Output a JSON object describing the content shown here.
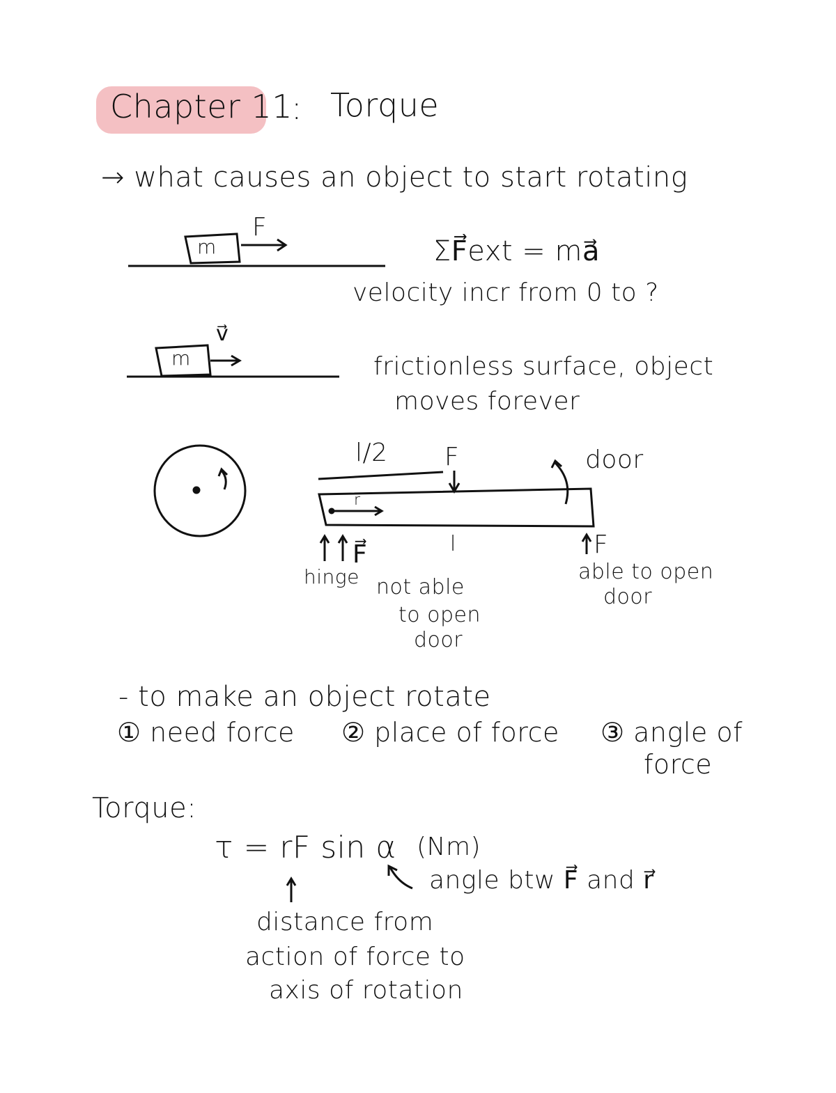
{
  "title": {
    "chapter": "Chapter 11",
    "colon": ":",
    "topic": "Torque",
    "highlight_color": "#f2b5b8"
  },
  "intro": {
    "bullet": "→ what causes an object to start rotating"
  },
  "example_1": {
    "mass_label": "m",
    "force_label": "F",
    "equation": "ΣF⃗ext = ma⃗",
    "note": "velocity incr from 0 to ?"
  },
  "example_2": {
    "mass_label": "m",
    "velocity_label": "v⃗",
    "note_line_1": "frictionless surface, object",
    "note_line_2": "moves forever"
  },
  "door_diagram": {
    "half_length_label": "l/2",
    "top_force_label": "F",
    "door_label": "door",
    "r_label": "r",
    "length_label": "l",
    "hinge_force_label": "F⃗",
    "hinge_label": "hinge",
    "end_force_label": "F",
    "not_able_line_1": "not able",
    "not_able_line_2": "to open",
    "not_able_line_3": "door",
    "able_line_1": "able to open",
    "able_line_2": "door"
  },
  "rotation_requirements": {
    "intro": "- to make an object rotate",
    "item_1": "① need force",
    "item_2": "② place of force",
    "item_3_line_1": "③ angle of",
    "item_3_line_2": "force"
  },
  "torque": {
    "heading": "Torque:",
    "formula": "τ = rF sin α",
    "units": "(Nm)",
    "angle_note": "angle btw F⃗ and r⃗",
    "r_note_line_1": "distance from",
    "r_note_line_2": "action of force to",
    "r_note_line_3": "axis of rotation"
  }
}
